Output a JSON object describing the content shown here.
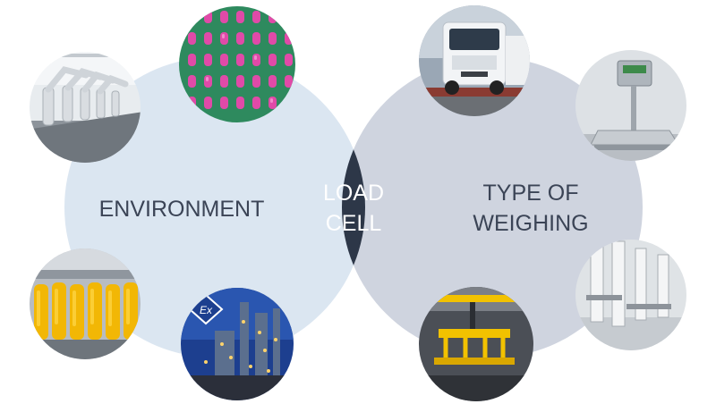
{
  "diagram": {
    "left_label": "ENVIRONMENT",
    "center_line1": "LOAD",
    "center_line2": "CELL",
    "right_line1": "TYPE OF",
    "right_line2": "WEIGHING"
  },
  "colors": {
    "left_circle": "#dbe6f1",
    "right_circle": "#cfd4df",
    "overlap": "#2d3748",
    "label_text": "#3b4456",
    "center_text": "#ffffff"
  },
  "photos": {
    "left": [
      "robot-arms-photo",
      "pink-pills-photo",
      "juice-bottles-photo",
      "explosion-proof-refinery-photo"
    ],
    "right": [
      "truck-on-weighbridge-photo",
      "platform-scale-photo",
      "crane-lifting-beam-photo",
      "industrial-tank-weighing-photo"
    ],
    "badge_icon": "ex-atex-icon"
  }
}
